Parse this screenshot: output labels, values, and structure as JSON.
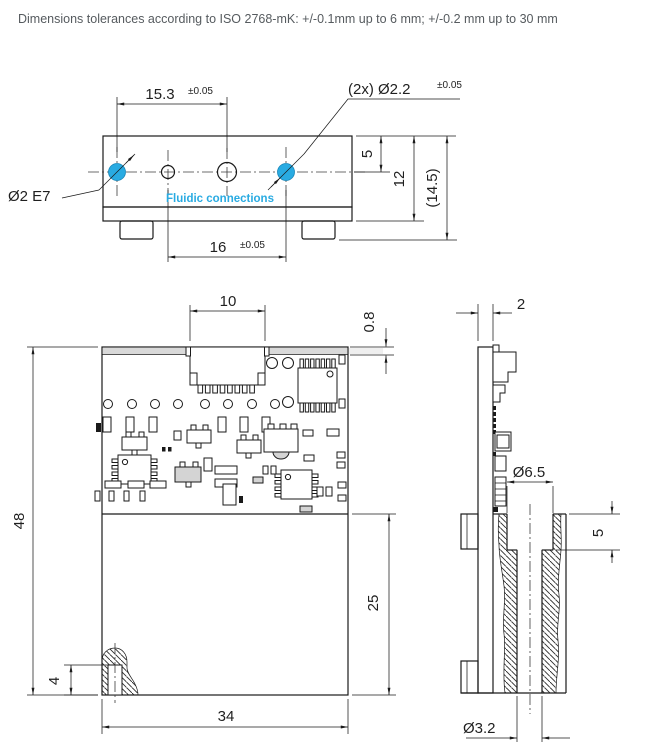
{
  "note": "Dimensions tolerances according to ISO 2768-mK: +/-0.1mm up to 6 mm; +/-0.2 mm up to 30 mm",
  "colors": {
    "accent_blue": "#29ABE2",
    "line": "#1A1A1A",
    "gasket_gray": "#D9D9D9"
  },
  "top_view": {
    "dim_port_pitch": "15.3",
    "dim_port_pitch_tol": "±0.05",
    "callout_holes": "(2x) Ø2.2",
    "callout_holes_tol": "±0.05",
    "callout_port": "Ø2 E7",
    "label_fluidic": "Fluidic connections",
    "dim_hole_pitch": "16",
    "dim_hole_pitch_tol": "±0.05",
    "dim_top_to_ports": "5",
    "dim_body_height": "12",
    "dim_overall_height": "(14.5)"
  },
  "front_view": {
    "dim_connector_width": "10",
    "dim_gasket_thickness": "0.8",
    "dim_overall_height": "48",
    "dim_port_offset": "4",
    "dim_overall_width": "34",
    "dim_lower_height": "25"
  },
  "side_view": {
    "dim_pcb_thickness": "2",
    "dim_counterbore_dia": "Ø6.5",
    "dim_counterbore_depth": "5",
    "dim_bore_dia": "Ø3.2"
  }
}
